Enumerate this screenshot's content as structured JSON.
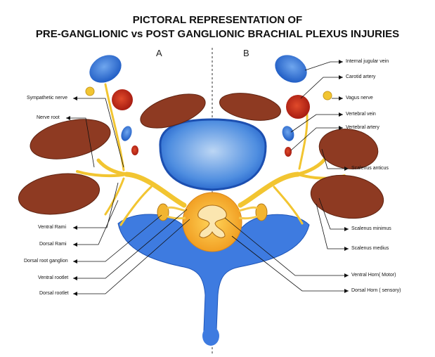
{
  "title": {
    "line1": "PICTORAL REPRESENTATION OF",
    "line2": "PRE-GANGLIONIC vs POST GANGLIONIC BRACHIAL PLEXUS INJURIES"
  },
  "panels": {
    "left": "A",
    "right": "B"
  },
  "labels_left": {
    "sympathetic_nerve": "Sympathetic nerve",
    "nerve_root": "Nerve root",
    "ventral_rami": "Ventral Rami",
    "dorsal_rami": "Dorsal Rami",
    "dorsal_root_ganglion": "Dorsal root ganglion",
    "ventral_rootlet": "Ventral rootlet",
    "dorsal_rootlet": "Dorsal rootlet"
  },
  "labels_right": {
    "internal_jugular_vein": "Internal jugular vein",
    "carotid_artery": "Carotid artery",
    "vagus_nerve": "Vagus nerve",
    "vertebral_vein": "Vertebral vein",
    "vertebral_artery": "Vertebral artery",
    "scalenus_anticus": "Scalenus anticus",
    "scalenus_minimus": "Scalenus minimus",
    "scalenus_medius": "Scalenus medius",
    "ventral_horn": "Ventral Horn( Motor)",
    "dorsal_horn": "Dorsal Horn ( sensory)"
  },
  "colors": {
    "vein_blue": "#2f6fd0",
    "artery_red": "#c0281c",
    "muscle_brown": "#8e3a22",
    "nerve_yellow": "#f2c531",
    "cord_orange": "#f0a52a",
    "midline": "#333333"
  }
}
